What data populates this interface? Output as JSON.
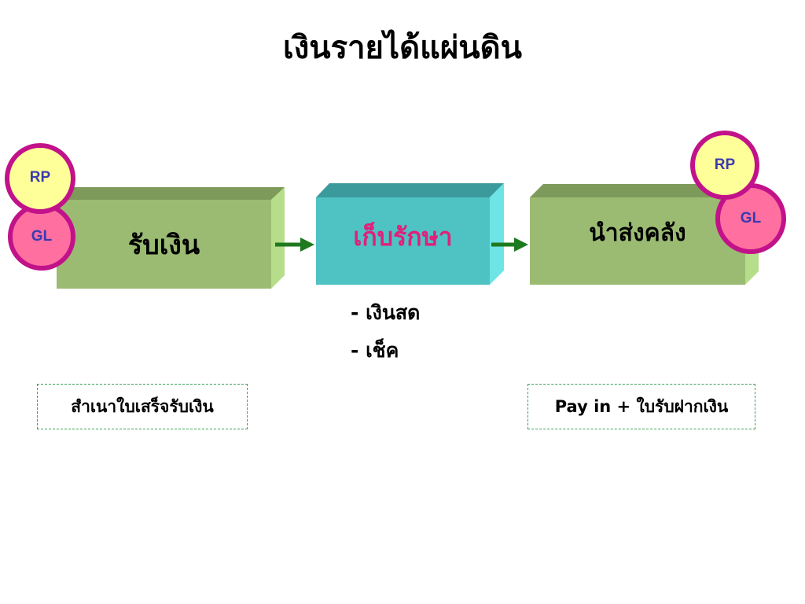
{
  "title": "เงินรายได้แผ่นดิน",
  "steps": [
    {
      "label": "รับเงิน"
    },
    {
      "label": "เก็บรักษา"
    },
    {
      "label": "นำส่งคลัง"
    }
  ],
  "circles": {
    "left_rp": "RP",
    "left_gl": "GL",
    "right_rp": "RP",
    "right_gl": "GL"
  },
  "storage_items": [
    "- เงินสด",
    "- เช็ค"
  ],
  "notes": {
    "left": "สำเนาใบเสร็จรับเงิน",
    "right": "Pay in + ใบรับฝากเงิน"
  },
  "colors": {
    "green_box": "#9bbb73",
    "teal_box": "#4fc2c4",
    "arrow": "#1e7a1e",
    "circle_rp": "#ffff99",
    "circle_gl": "#ff6fa0",
    "circle_border": "#c2128a",
    "teal_text": "#e0207a"
  }
}
